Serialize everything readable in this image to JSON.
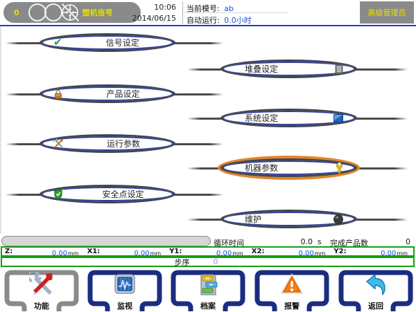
{
  "header": {
    "counter": "0",
    "machine_signal_label": "塑机信号",
    "time": "10:06",
    "date": "2014/06/15",
    "current_mold_label": "当前模号:",
    "current_mold_value": "ab",
    "auto_run_label": "自动运行:",
    "auto_run_value": "0.0小时",
    "user_role_button": "高级管理员"
  },
  "menu": {
    "left": [
      {
        "label": "信号设定",
        "icon": "check-icon",
        "selected": false
      },
      {
        "label": "产品设定",
        "icon": "lock-icon",
        "selected": false
      },
      {
        "label": "运行参数",
        "icon": "tools-icon",
        "selected": false
      },
      {
        "label": "安全点设定",
        "icon": "shield-check-icon",
        "selected": false
      }
    ],
    "right": [
      {
        "label": "堆叠设定",
        "icon": "stack-list-icon",
        "selected": false
      },
      {
        "label": "系统设定",
        "icon": "system-screen-icon",
        "selected": false
      },
      {
        "label": "机器参数",
        "icon": "yellow-wrench-icon",
        "selected": true
      },
      {
        "label": "维护",
        "icon": "globe-icon",
        "selected": false
      }
    ]
  },
  "status": {
    "cycle_time_label": "循环时间",
    "cycle_time_value": "0.0",
    "cycle_time_unit": "s",
    "product_count_label": "完成产品数",
    "product_count_value": "0"
  },
  "axes": [
    {
      "label": "Z:",
      "value": "0.00",
      "unit": "mm"
    },
    {
      "label": "X1:",
      "value": "0.00",
      "unit": "mm"
    },
    {
      "label": "Y1:",
      "value": "0.00",
      "unit": "mm"
    },
    {
      "label": "X2:",
      "value": "0.00",
      "unit": "mm"
    },
    {
      "label": "Y2:",
      "value": "0.00",
      "unit": "mm"
    }
  ],
  "step": {
    "label": "步序",
    "value": "0"
  },
  "toolbar": [
    {
      "label": "功能",
      "icon": "tools-icon"
    },
    {
      "label": "监视",
      "icon": "monitor-icon"
    },
    {
      "label": "档案",
      "icon": "file-cabinet-icon"
    },
    {
      "label": "报警",
      "icon": "alarm-triangle-icon"
    },
    {
      "label": "返回",
      "icon": "back-arrow-icon"
    }
  ],
  "colors": {
    "accent_orange_highlight": "#e0862c",
    "green_bar_border": "#12a012",
    "navy_bracket": "#1b2d80",
    "gray_bracket": "#8a8a8a",
    "top_separator_blue": "#2438c8",
    "value_blue": "#1a50d8",
    "step_value_purple": "#c080e0",
    "pill_gray": "#8a8a8a",
    "pill_text_yellow": "#e8e000"
  }
}
